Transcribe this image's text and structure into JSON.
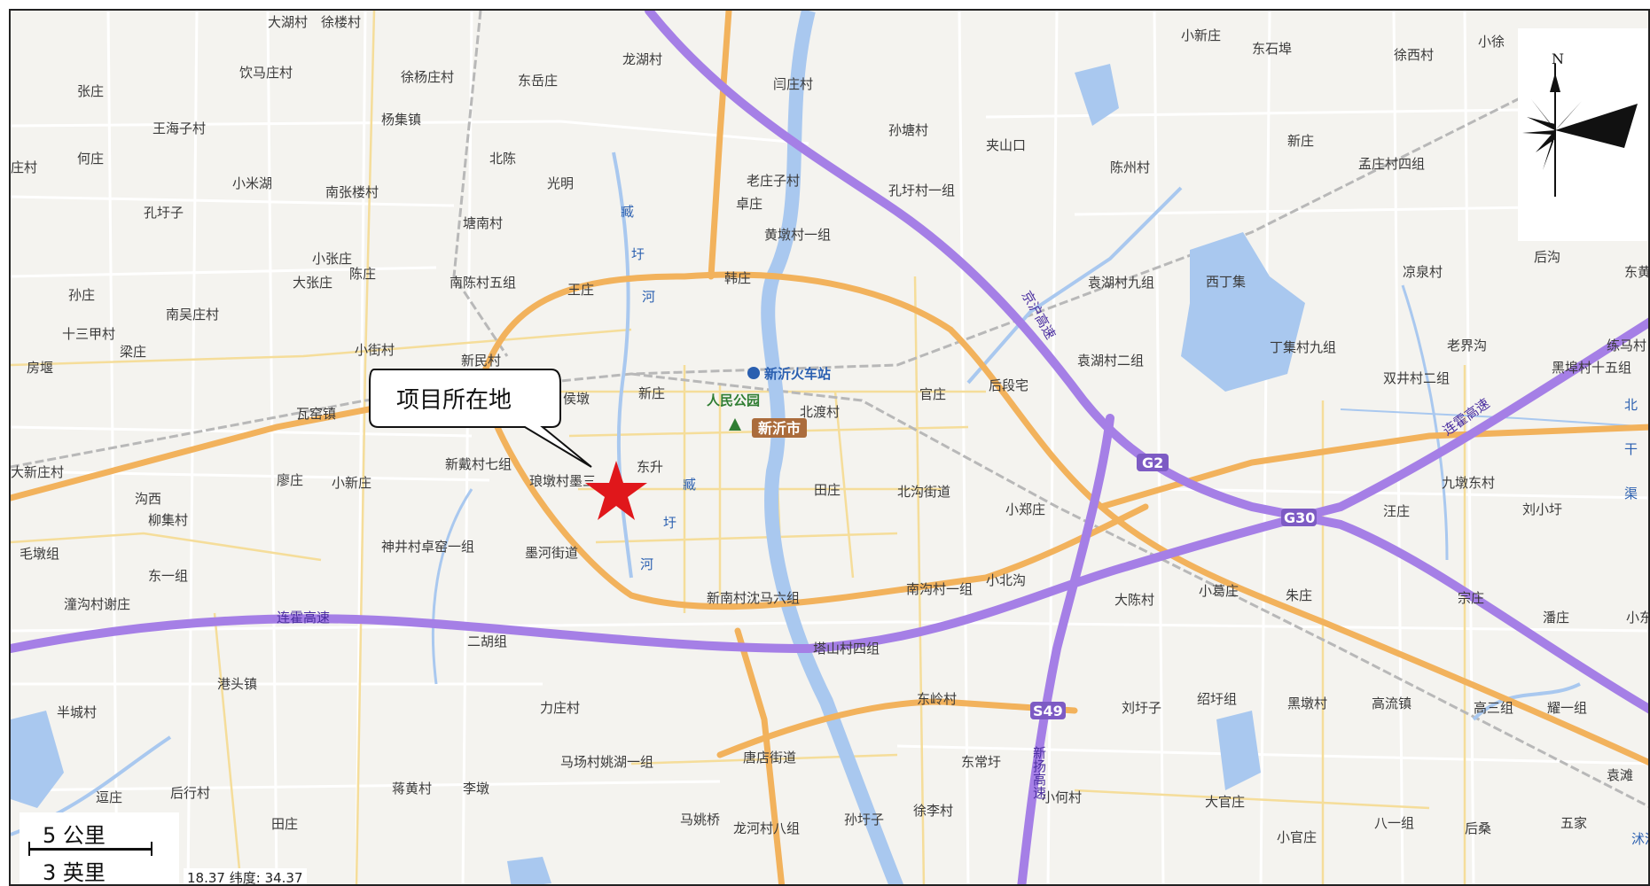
{
  "callout": {
    "label": "项目所在地"
  },
  "scale": {
    "metric": "5 公里",
    "imperial": "3 英里"
  },
  "coords": {
    "lon_value": "18.37",
    "lat_label": "纬度:",
    "lat_value": "34.37"
  },
  "compass": {
    "north": "N"
  },
  "colors": {
    "land": "#f4f3ef",
    "water": "#a9c8ef",
    "expressway": "#a57fe6",
    "arterial": "#f2b25c",
    "road": "#f5dd9a",
    "marker": "#e0171b",
    "pin": "#ab6c3c"
  },
  "highways": [
    {
      "name": "京沪高速",
      "shield": "G2"
    },
    {
      "name": "连霍高速",
      "shield": "G30"
    },
    {
      "name": "新扬高速",
      "shield": "S49"
    }
  ],
  "poi": {
    "station": "新沂火车站",
    "park": "人民公园",
    "city": "新沂市"
  },
  "rivers": [
    "沭河",
    "北",
    "干",
    "渠",
    "臧",
    "圩",
    "河"
  ],
  "places": [
    "大湖村",
    "徐楼村",
    "饮马庄村",
    "徐杨庄村",
    "东岳庄",
    "龙湖村",
    "闫庄村",
    "张庄",
    "王海子村",
    "杨集镇",
    "何庄",
    "庄村",
    "北陈",
    "小米湖",
    "南张楼村",
    "光明",
    "孔圩子",
    "塘南村",
    "老庄子村",
    "卓庄",
    "黄墩村一组",
    "孙塘村",
    "孔圩村一组",
    "夹山口",
    "小新庄",
    "东石埠",
    "徐西村",
    "小徐",
    "新庄",
    "陈州村",
    "孟庄村四组",
    "小张庄",
    "大张庄",
    "陈庄",
    "南陈村五组",
    "王庄",
    "韩庄",
    "孙庄",
    "南吴庄村",
    "十三甲村",
    "梁庄",
    "房堰",
    "小街村",
    "新民村",
    "侯墩",
    "新庄",
    "北渡村",
    "官庄",
    "后段宅",
    "袁湖村九组",
    "西丁集",
    "凉泉村",
    "后沟",
    "东黄",
    "瓦窑镇",
    "丁集村九组",
    "老界沟",
    "练马村",
    "袁湖村二组",
    "双井村二组",
    "黑埠村十五组",
    "大新庄村",
    "廖庄",
    "小新庄",
    "新戴村七组",
    "琅墩村墨三",
    "东升",
    "田庄",
    "北沟街道",
    "小郑庄",
    "沟西",
    "柳集村",
    "毛墩组",
    "神井村卓窑一组",
    "墨河街道",
    "九墩东村",
    "刘小圩",
    "汪庄",
    "东一组",
    "潼沟村谢庄",
    "新南村沈马六组",
    "南沟村一组",
    "小北沟",
    "大陈村",
    "小葛庄",
    "朱庄",
    "宗庄",
    "潘庄",
    "小东",
    "二胡组",
    "塔山村四组",
    "港头镇",
    "半城村",
    "力庄村",
    "东岭村",
    "刘圩子",
    "绍圩组",
    "黑墩村",
    "高流镇",
    "高三组",
    "耀一组",
    "马场村姚湖一组",
    "唐店街道",
    "东常圩",
    "逗庄",
    "后行村",
    "蒋黄村",
    "李墩",
    "小何村",
    "大官庄",
    "袁滩",
    "田庄",
    "马姚桥",
    "龙河村八组",
    "孙圩子",
    "徐李村",
    "八一组",
    "后桑",
    "五家",
    "小官庄"
  ]
}
